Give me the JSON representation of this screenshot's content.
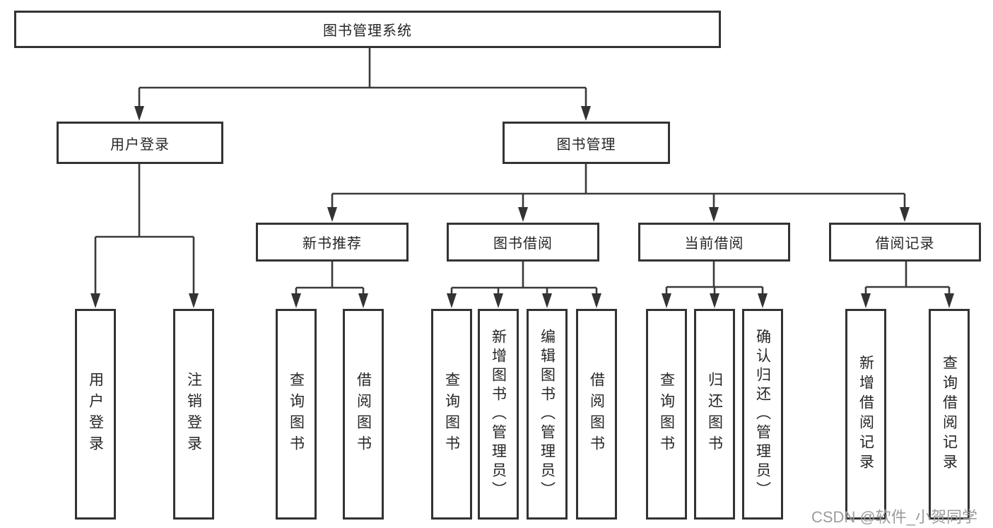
{
  "diagram": {
    "nodes": {
      "root": {
        "label": "图书管理系统"
      },
      "user_login": {
        "label": "用户登录"
      },
      "book_mgmt": {
        "label": "图书管理"
      },
      "new_books": {
        "label": "新书推荐"
      },
      "book_borrow": {
        "label": "图书借阅"
      },
      "current_borrow": {
        "label": "当前借阅"
      },
      "borrow_records": {
        "label": "借阅记录"
      }
    },
    "leaves": {
      "user_login": [
        "用户登录",
        "注销登录"
      ],
      "new_books": [
        "查询图书",
        "借阅图书"
      ],
      "book_borrow": [
        "查询图书",
        "新增图书（管理员）",
        "编辑图书（管理员）",
        "借阅图书"
      ],
      "current_borrow": [
        "查询图书",
        "归还图书",
        "确认归还（管理员）"
      ],
      "borrow_records": [
        "新增借阅记录",
        "查询借阅记录"
      ]
    },
    "colors": {
      "box_border": "#333333",
      "connector_line": "#3a3a3a",
      "text": "#262626",
      "background": "#ffffff",
      "watermark": "#9c9c9c"
    }
  },
  "watermark": {
    "text": "CSDN @软件_小贺同学"
  }
}
